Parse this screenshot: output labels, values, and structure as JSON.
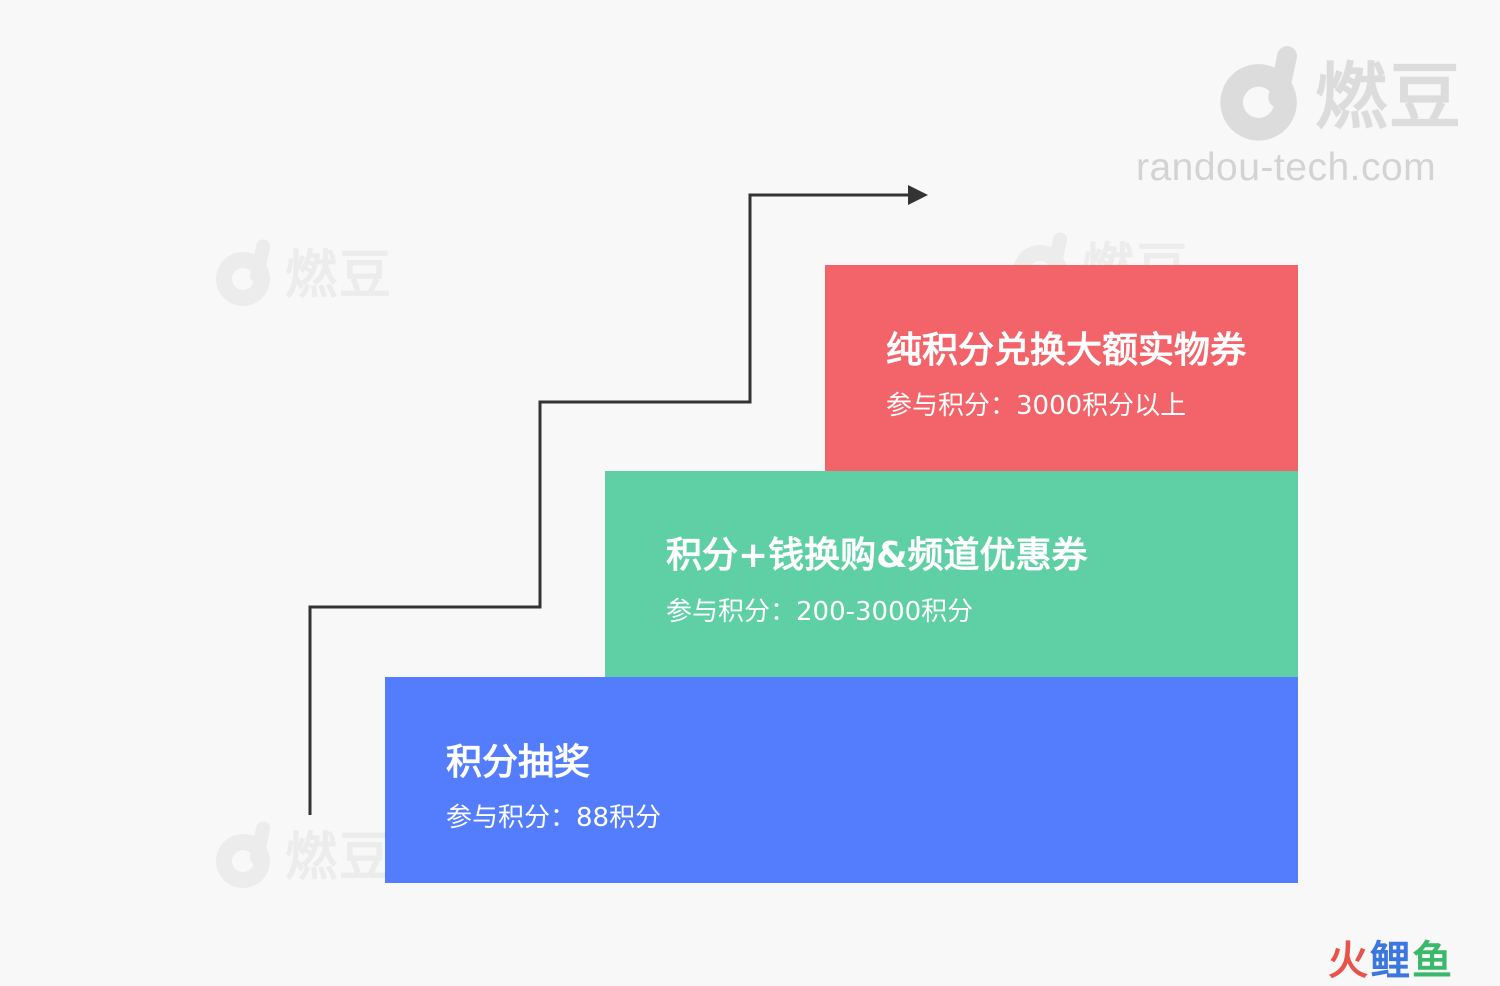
{
  "colors": {
    "background": "#f8f8f8",
    "top_step": "#f2646a",
    "middle_step": "#5fcfa6",
    "bottom_step": "#537dfc",
    "arrow": "#333333"
  },
  "watermark": {
    "brand": "燃豆",
    "url": "randou-tech.com"
  },
  "steps": [
    {
      "title": "纯积分兑换大额实物券",
      "subtitle": "参与积分：3000积分以上"
    },
    {
      "title": "积分+钱换购&频道优惠券",
      "subtitle": "参与积分：200-3000积分"
    },
    {
      "title": "积分抽奖",
      "subtitle": "参与积分：88积分"
    }
  ],
  "corner_logo": {
    "part1": "火",
    "part2": "鲤",
    "part3": "鱼"
  }
}
